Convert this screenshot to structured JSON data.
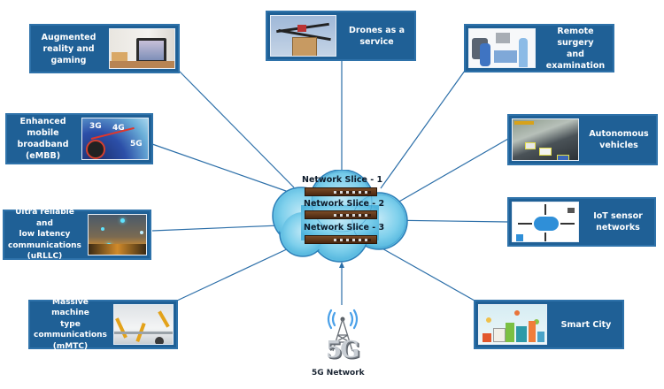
{
  "colors": {
    "card_bg": "#1f6096",
    "card_border": "#2e72aa",
    "link_line": "#2b6ea8",
    "cloud_fill": "#6ec6e6",
    "cloud_edge": "#2c7fb8"
  },
  "services": [
    {
      "id": "ar",
      "label": "Augmented\nreality and\ngaming",
      "image": "tablet-ar-icon"
    },
    {
      "id": "drones",
      "label": "Drones as a\nservice",
      "image": "delivery-drone-icon"
    },
    {
      "id": "surgery",
      "label": "Remote surgery\nand examination",
      "image": "surgical-robot-icon"
    },
    {
      "id": "embb",
      "label": "Enhanced mobile\nbroadband\n(eMBB)",
      "image": "speedometer-icon"
    },
    {
      "id": "vehicles",
      "label": "Autonomous\nvehicles",
      "image": "highway-cars-icon"
    },
    {
      "id": "urllc",
      "label": "Ultra reliable and\nlow latency\ncommunications\n(uRLLC)",
      "image": "city-network-icon"
    },
    {
      "id": "iot",
      "label": "IoT sensor\nnetworks",
      "image": "iot-cloud-icon"
    },
    {
      "id": "mmtc",
      "label": "Massive machine\ntype\ncommunications\n(mMTC)",
      "image": "robot-arms-icon"
    },
    {
      "id": "smartcity",
      "label": "Smart City",
      "image": "smart-city-icon"
    }
  ],
  "cloud": {
    "slices": [
      "Network Slice - 1",
      "Network Slice - 2",
      "Network Slice - 3"
    ]
  },
  "tower": {
    "label": "5G Network",
    "glyph": "5G"
  },
  "speedometer": {
    "marks": [
      "3G",
      "4G",
      "5G"
    ]
  }
}
